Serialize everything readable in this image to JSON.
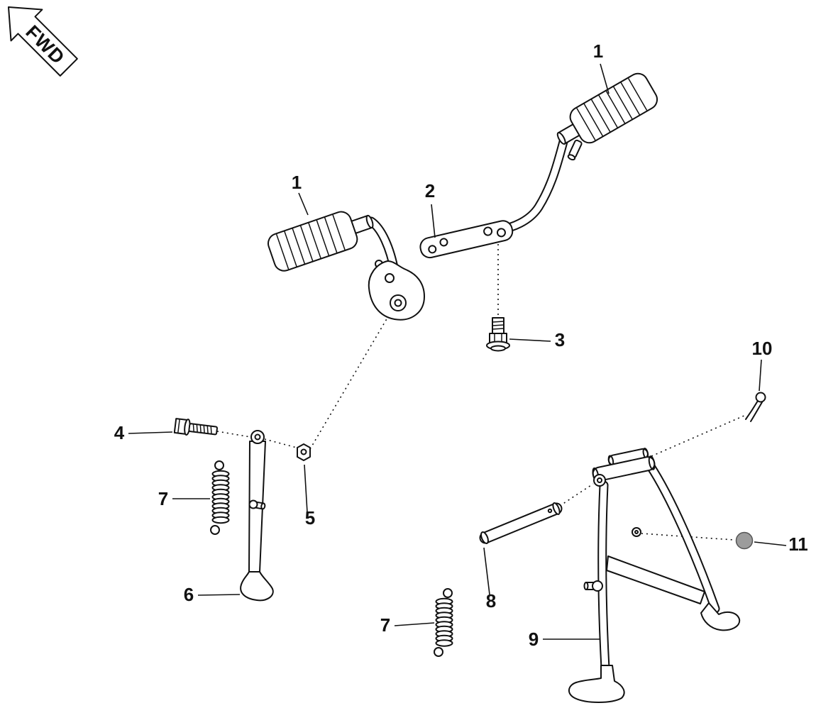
{
  "colors": {
    "background": "#ffffff",
    "ink": "#111111",
    "cap_fill": "#9c9c9c"
  },
  "fwd_badge": {
    "label": "FWD"
  },
  "callouts": [
    {
      "part": "footrest-rubber-right",
      "label": "1"
    },
    {
      "part": "footrest-rubber-left",
      "label": "1"
    },
    {
      "part": "footrest-bracket",
      "label": "2"
    },
    {
      "part": "flange-bolt",
      "label": "3"
    },
    {
      "part": "side-stand-bolt",
      "label": "4"
    },
    {
      "part": "hex-nut",
      "label": "5"
    },
    {
      "part": "side-stand",
      "label": "6"
    },
    {
      "part": "side-stand-spring",
      "label": "7"
    },
    {
      "part": "main-stand-spring",
      "label": "7"
    },
    {
      "part": "stand-shaft",
      "label": "8"
    },
    {
      "part": "main-stand",
      "label": "9"
    },
    {
      "part": "cotter-pin",
      "label": "10"
    },
    {
      "part": "end-cap",
      "label": "11"
    }
  ]
}
